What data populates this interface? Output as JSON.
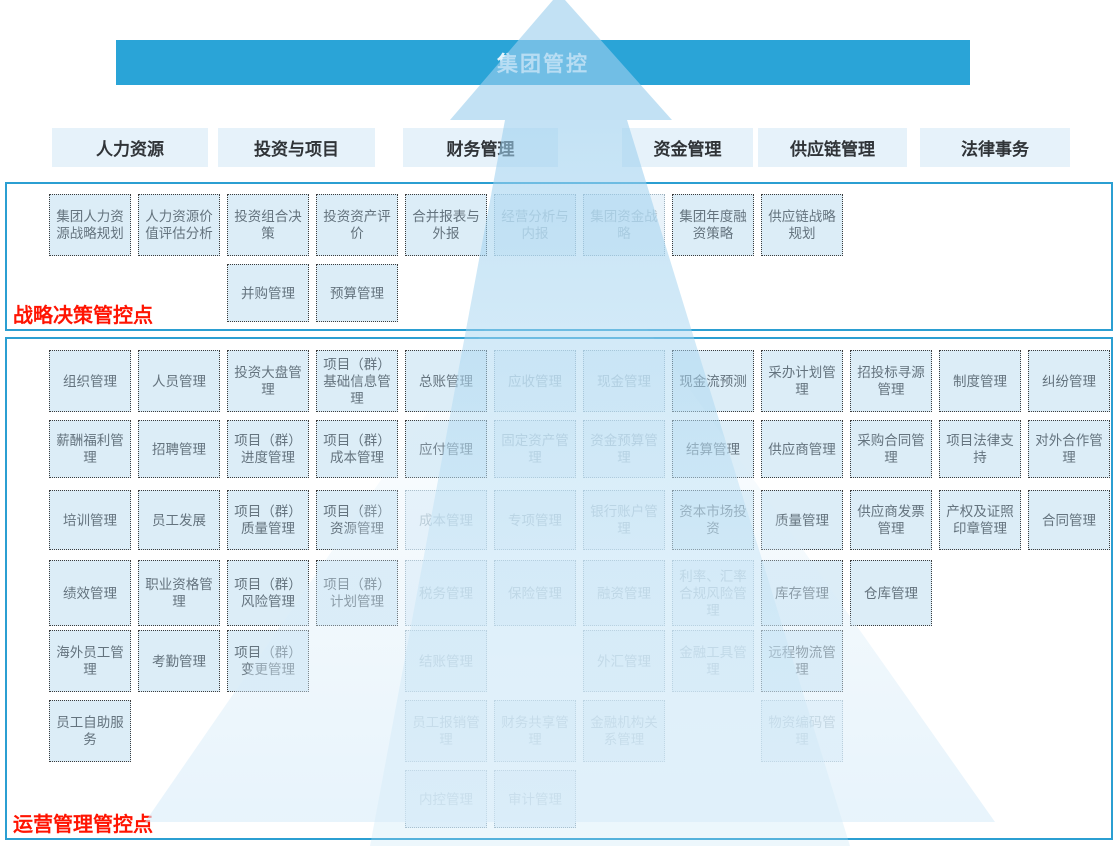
{
  "banner": {
    "label": "集团管控"
  },
  "column_headers": [
    {
      "label": "人力资源"
    },
    {
      "label": "投资与项目"
    },
    {
      "label": "财务管理"
    },
    {
      "label": "资金管理"
    },
    {
      "label": "供应链管理"
    },
    {
      "label": "法律事务"
    }
  ],
  "arrow": {
    "name": "up-arrow",
    "color": "#9ccfee"
  },
  "colors": {
    "banner_bg": "#2aa4d7",
    "header_bg": "#e6f2fa",
    "section_border": "#2b9fd2",
    "box_bg": "#dcedf7",
    "section_label": "#ff1402"
  },
  "sections": [
    {
      "label": "战略决策管控点",
      "rows": [
        [
          {
            "label": "集团人力资源战略规划",
            "col": 1,
            "faded": false
          },
          {
            "label": "人力资源价值评估分析",
            "col": 2,
            "faded": false
          },
          {
            "label": "投资组合决策",
            "col": 3,
            "faded": false
          },
          {
            "label": "投资资产评价",
            "col": 4,
            "faded": false
          },
          {
            "label": "合并报表与外报",
            "col": 5,
            "faded": false
          },
          {
            "label": "经营分析与内报",
            "col": 6,
            "faded": true
          },
          {
            "label": "集团资金战略",
            "col": 7,
            "faded": true
          },
          {
            "label": "集团年度融资策略",
            "col": 8,
            "faded": false
          },
          {
            "label": "供应链战略规划",
            "col": 9,
            "faded": false
          }
        ],
        [
          {
            "label": "并购管理",
            "col": 3,
            "faded": false
          },
          {
            "label": "预算管理",
            "col": 4,
            "faded": false
          }
        ]
      ]
    },
    {
      "label": "运营管理管控点",
      "rows": [
        [
          {
            "label": "组织管理",
            "col": 1,
            "faded": false
          },
          {
            "label": "人员管理",
            "col": 2,
            "faded": false
          },
          {
            "label": "投资大盘管理",
            "col": 3,
            "faded": false
          },
          {
            "label": "项目（群）基础信息管理",
            "col": 4,
            "faded": false
          },
          {
            "label": "总账管理",
            "col": 5,
            "faded": false
          },
          {
            "label": "应收管理",
            "col": 6,
            "faded": true
          },
          {
            "label": "现金管理",
            "col": 7,
            "faded": true
          },
          {
            "label": "现金流预测",
            "col": 8,
            "faded": false
          },
          {
            "label": "采办计划管理",
            "col": 9,
            "faded": false
          },
          {
            "label": "招投标寻源管理",
            "col": 10,
            "faded": false
          },
          {
            "label": "制度管理",
            "col": 11,
            "faded": false
          },
          {
            "label": "纠纷管理",
            "col": 12,
            "faded": false
          }
        ],
        [
          {
            "label": "薪酬福利管理",
            "col": 1,
            "faded": false
          },
          {
            "label": "招聘管理",
            "col": 2,
            "faded": false
          },
          {
            "label": "项目（群）进度管理",
            "col": 3,
            "faded": false
          },
          {
            "label": "项目（群）成本管理",
            "col": 4,
            "faded": false
          },
          {
            "label": "应付管理",
            "col": 5,
            "faded": false
          },
          {
            "label": "固定资产管理",
            "col": 6,
            "faded": true
          },
          {
            "label": "资金预算管理",
            "col": 7,
            "faded": true
          },
          {
            "label": "结算管理",
            "col": 8,
            "faded": false
          },
          {
            "label": "供应商管理",
            "col": 9,
            "faded": false
          },
          {
            "label": "采购合同管理",
            "col": 10,
            "faded": false
          },
          {
            "label": "项目法律支持",
            "col": 11,
            "faded": false
          },
          {
            "label": "对外合作管理",
            "col": 12,
            "faded": false
          }
        ],
        [
          {
            "label": "培训管理",
            "col": 1,
            "faded": false
          },
          {
            "label": "员工发展",
            "col": 2,
            "faded": false
          },
          {
            "label": "项目（群）质量管理",
            "col": 3,
            "faded": false
          },
          {
            "label": "项目（群）资源管理",
            "col": 4,
            "faded": false
          },
          {
            "label": "成本管理",
            "col": 5,
            "faded": true
          },
          {
            "label": "专项管理",
            "col": 6,
            "faded": true
          },
          {
            "label": "银行账户管理",
            "col": 7,
            "faded": true
          },
          {
            "label": "资本市场投资",
            "col": 8,
            "faded": false
          },
          {
            "label": "质量管理",
            "col": 9,
            "faded": false
          },
          {
            "label": "供应商发票管理",
            "col": 10,
            "faded": false
          },
          {
            "label": "产权及证照印章管理",
            "col": 11,
            "faded": false
          },
          {
            "label": "合同管理",
            "col": 12,
            "faded": false
          }
        ],
        [
          {
            "label": "绩效管理",
            "col": 1,
            "faded": false
          },
          {
            "label": "职业资格管理",
            "col": 2,
            "faded": false
          },
          {
            "label": "项目（群）风险管理",
            "col": 3,
            "faded": false
          },
          {
            "label": "项目（群）计划管理",
            "col": 4,
            "faded": false
          },
          {
            "label": "税务管理",
            "col": 5,
            "faded": true
          },
          {
            "label": "保险管理",
            "col": 6,
            "faded": true
          },
          {
            "label": "融资管理",
            "col": 7,
            "faded": true
          },
          {
            "label": "利率、汇率合规风险管理",
            "col": 8,
            "faded": true
          },
          {
            "label": "库存管理",
            "col": 9,
            "faded": false
          },
          {
            "label": "仓库管理",
            "col": 10,
            "faded": false
          }
        ],
        [
          {
            "label": "海外员工管理",
            "col": 1,
            "faded": false
          },
          {
            "label": "考勤管理",
            "col": 2,
            "faded": false
          },
          {
            "label": "项目（群）变更管理",
            "col": 3,
            "faded": false
          },
          {
            "label": "结账管理",
            "col": 5,
            "faded": true
          },
          {
            "label": "外汇管理",
            "col": 7,
            "faded": true
          },
          {
            "label": "金融工具管理",
            "col": 8,
            "faded": true
          },
          {
            "label": "远程物流管理",
            "col": 9,
            "faded": false
          }
        ],
        [
          {
            "label": "员工自助服务",
            "col": 1,
            "faded": false
          },
          {
            "label": "员工报销管理",
            "col": 5,
            "faded": true
          },
          {
            "label": "财务共享管理",
            "col": 6,
            "faded": true
          },
          {
            "label": "金融机构关系管理",
            "col": 7,
            "faded": true
          },
          {
            "label": "物资编码管理",
            "col": 9,
            "faded": true
          }
        ],
        [
          {
            "label": "内控管理",
            "col": 5,
            "faded": true
          },
          {
            "label": "审计管理",
            "col": 6,
            "faded": true
          }
        ]
      ]
    }
  ]
}
